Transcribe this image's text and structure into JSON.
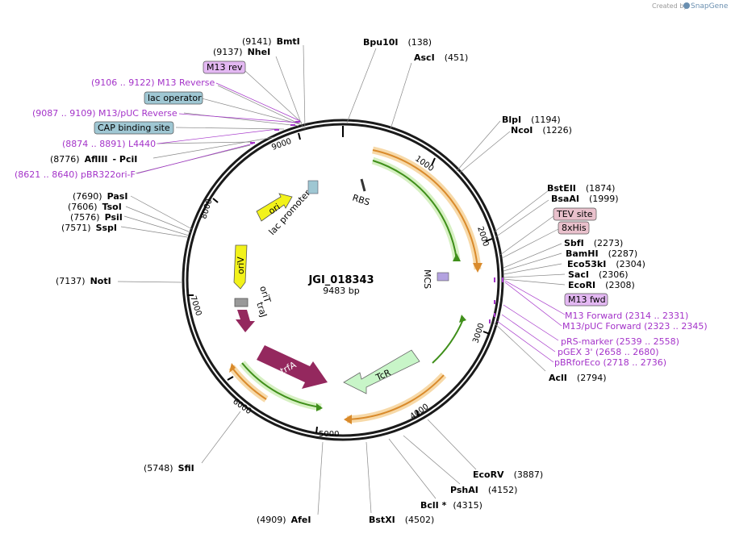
{
  "branding": {
    "created_by": "Created by",
    "app": "SnapGene"
  },
  "plasmid": {
    "name": "JGI_018343",
    "size_label": "9483 bp",
    "length": 9483
  },
  "ticks": [
    "1000",
    "2000",
    "3000",
    "4000",
    "5000",
    "6000",
    "7000",
    "8000",
    "9000"
  ],
  "enzymes": [
    {
      "name": "BmtI",
      "pos": "(9141)"
    },
    {
      "name": "NheI",
      "pos": "(9137)"
    },
    {
      "name": "Bpu10I",
      "pos": "(138)"
    },
    {
      "name": "AscI",
      "pos": "(451)"
    },
    {
      "name": "BlpI",
      "pos": "(1194)"
    },
    {
      "name": "NcoI",
      "pos": "(1226)"
    },
    {
      "name": "BstEII",
      "pos": "(1874)"
    },
    {
      "name": "BsaAI",
      "pos": "(1999)"
    },
    {
      "name": "SbfI",
      "pos": "(2273)"
    },
    {
      "name": "BamHI",
      "pos": "(2287)"
    },
    {
      "name": "Eco53kI",
      "pos": "(2304)"
    },
    {
      "name": "SacI",
      "pos": "(2306)"
    },
    {
      "name": "EcoRI",
      "pos": "(2308)"
    },
    {
      "name": "AclI",
      "pos": "(2794)"
    },
    {
      "name": "EcoRV",
      "pos": "(3887)"
    },
    {
      "name": "PshAI",
      "pos": "(4152)"
    },
    {
      "name": "BclI *",
      "pos": "(4315)"
    },
    {
      "name": "BstXI",
      "pos": "(4502)"
    },
    {
      "name": "AfeI",
      "pos": "(4909)"
    },
    {
      "name": "SfiI",
      "pos": "(5748)"
    },
    {
      "name": "NotI",
      "pos": "(7137)"
    },
    {
      "name": "SspI",
      "pos": "(7571)"
    },
    {
      "name": "PsiI",
      "pos": "(7576)"
    },
    {
      "name": "TsoI",
      "pos": "(7606)"
    },
    {
      "name": "PasI",
      "pos": "(7690)"
    },
    {
      "name": "AflIII",
      "pos": "(8776)"
    },
    {
      "name": "PciI",
      "pos": "- PciI"
    }
  ],
  "primers": [
    {
      "text": "(9106 .. 9122)  M13 Reverse"
    },
    {
      "text": "(9087 .. 9109)  M13/pUC Reverse"
    },
    {
      "text": "(8874 .. 8891)  L4440"
    },
    {
      "text": "(8621 .. 8640)  pBR322ori-F"
    },
    {
      "text": "M13 Forward    (2314 .. 2331)"
    },
    {
      "text": "M13/pUC Forward    (2323 .. 2345)"
    },
    {
      "text": "pRS-marker    (2539 .. 2558)"
    },
    {
      "text": "pGEX 3'    (2658 .. 2680)"
    },
    {
      "text": "pBRforEco    (2718 .. 2736)"
    }
  ],
  "boxed_features": [
    {
      "text": "M13 rev",
      "color": "#e3b8f2"
    },
    {
      "text": "lac operator",
      "color": "#9fc7d3"
    },
    {
      "text": "CAP binding site",
      "color": "#9fc7d3"
    },
    {
      "text": "TEV site",
      "color": "#e9c1cc"
    },
    {
      "text": "8xHis",
      "color": "#e9c1cc"
    },
    {
      "text": "M13 fwd",
      "color": "#e3b8f2"
    }
  ],
  "features": [
    {
      "text": "RBS"
    },
    {
      "text": "lac promoter"
    },
    {
      "text": "ori"
    },
    {
      "text": "oriV"
    },
    {
      "text": "oriT"
    },
    {
      "text": "traJ"
    },
    {
      "text": "trfA"
    },
    {
      "text": "TcR"
    },
    {
      "text": "MCS"
    }
  ],
  "colors": {
    "backbone": "#1a1a1a",
    "primer": "#a433c9",
    "orf_green": "#3f8f1a",
    "orf_orange": "#d98a2b",
    "ori_yellow": "#f2f21a",
    "trfA_purple": "#94285e",
    "tcr_green": "#c8f5c8"
  }
}
